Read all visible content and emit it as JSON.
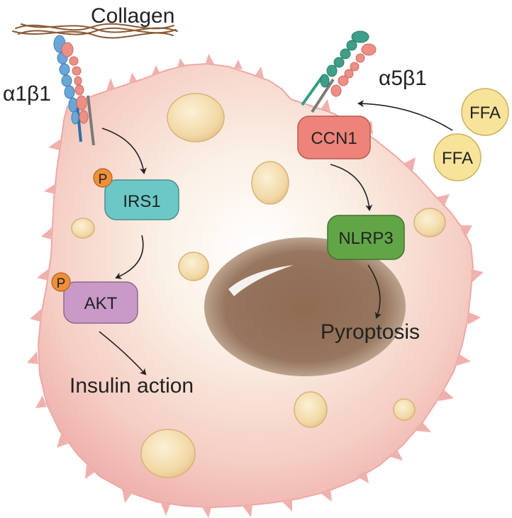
{
  "labels": {
    "collagen": "Collagen",
    "integrin_a1b1": "α1β1",
    "integrin_a5b1": "α5β1",
    "ffa_1": "FFA",
    "ffa_2": "FFA",
    "irs1": "IRS1",
    "akt": "AKT",
    "ccn1": "CCN1",
    "nlrp3": "NLRP3",
    "phospho_irs1": "P",
    "phospho_akt": "P",
    "insulin_action": "Insulin action",
    "pyroptosis": "Pyroptosis"
  },
  "colors": {
    "cell_edge": "#f1b7b3",
    "cell_inner": "#fbeee6",
    "nucleus": "#8f6b52",
    "droplet": "#f3deb2",
    "irs1": "#6cc8c7",
    "akt": "#c99ac8",
    "ccn1": "#ee837a",
    "nlrp3": "#62a547",
    "phospho": "#ee8f3a",
    "ffa": "#f7e39a",
    "integrin_blue": "#6aa6d6",
    "integrin_green": "#3e9f88",
    "integrin_salmon": "#ee8f85",
    "collagen": "#8a5a35"
  }
}
